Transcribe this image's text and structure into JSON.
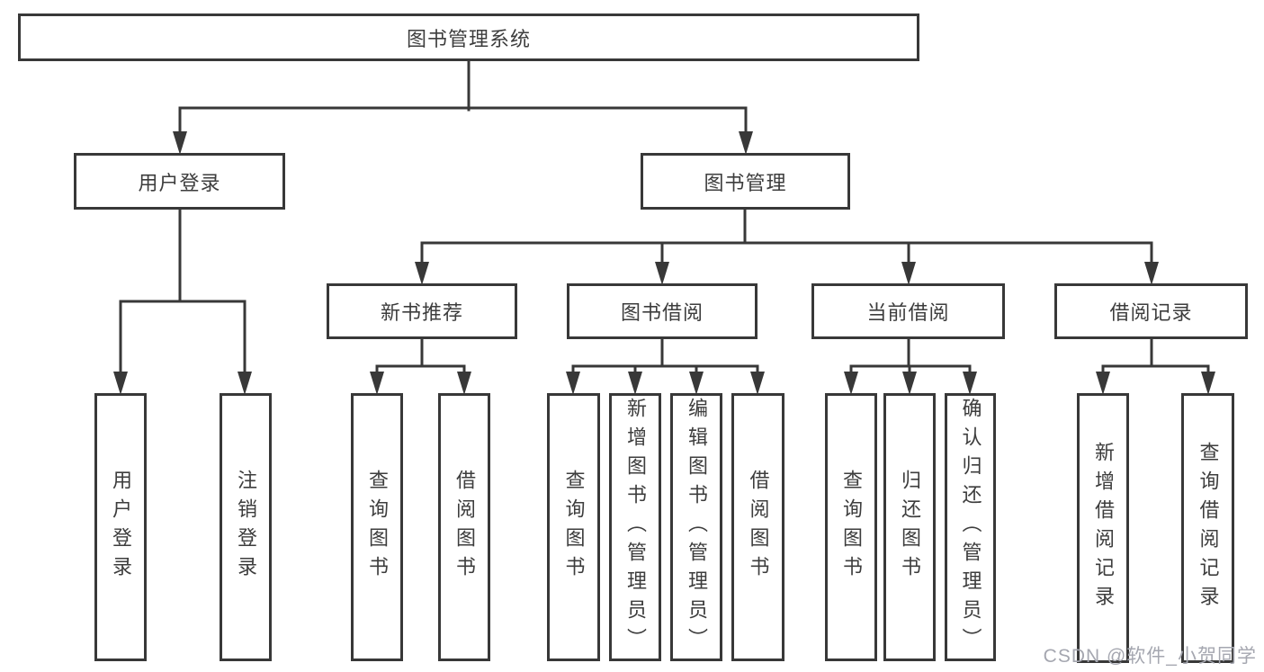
{
  "diagram": {
    "root": {
      "label": "图书管理系统"
    },
    "user_branch": {
      "label": "用户登录",
      "children": [
        {
          "label": "用户登录"
        },
        {
          "label": "注销登录"
        }
      ]
    },
    "management_branch": {
      "label": "图书管理",
      "sections": [
        {
          "label": "新书推荐",
          "children": [
            {
              "label": "查询图书"
            },
            {
              "label": "借阅图书"
            }
          ]
        },
        {
          "label": "图书借阅",
          "children": [
            {
              "label": "查询图书"
            },
            {
              "label": "新增图书（管理员）"
            },
            {
              "label": "编辑图书（管理员）"
            },
            {
              "label": "借阅图书"
            }
          ]
        },
        {
          "label": "当前借阅",
          "children": [
            {
              "label": "查询图书"
            },
            {
              "label": "归还图书"
            },
            {
              "label": "确认归还（管理员）"
            }
          ]
        },
        {
          "label": "借阅记录",
          "children": [
            {
              "label": "新增借阅记录"
            },
            {
              "label": "查询借阅记录"
            }
          ]
        }
      ]
    }
  },
  "watermark": {
    "text": "CSDN @软件_小贺同学"
  },
  "colors": {
    "line": "#383838",
    "box_border": "#383838",
    "text": "#3d3d3d",
    "watermark": "#a5a7b0",
    "background": "#ffffff"
  }
}
